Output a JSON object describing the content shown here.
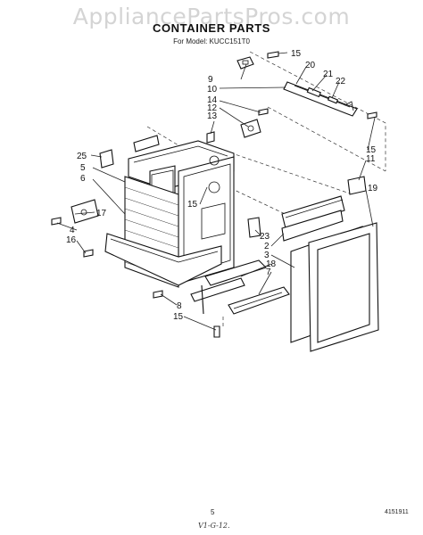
{
  "watermark": "AppliancePartsPros.com",
  "header": {
    "title": "CONTAINER PARTS",
    "subtitle": "For Model: KUCC151T0"
  },
  "callouts": [
    "15",
    "20",
    "9",
    "21",
    "10",
    "22",
    "14",
    "12",
    "13",
    "15",
    "11",
    "25",
    "5",
    "19",
    "6",
    "15",
    "17",
    "4",
    "23",
    "16",
    "2",
    "3",
    "18",
    "7",
    "8",
    "15"
  ],
  "footer": {
    "page_number": "5",
    "document_number": "4151911",
    "handwritten_note": "V1-G-12."
  }
}
